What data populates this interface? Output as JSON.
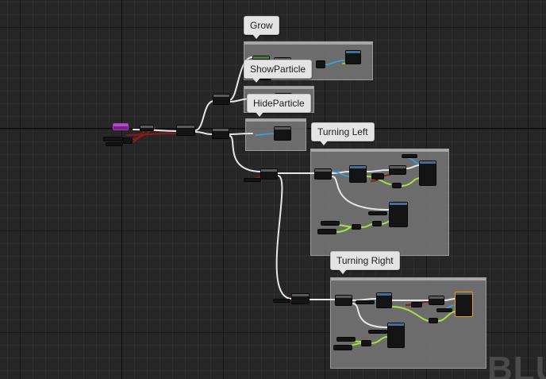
{
  "comments": {
    "grow": "Grow",
    "show_particle": "ShowParticle",
    "hide_particle": "HideParticle",
    "turning_left": "Turning Left",
    "turning_right": "Turning Right"
  },
  "watermark": "BLU",
  "colors": {
    "exec_wire": "#e6e6e6",
    "float_wire": "#a8e040",
    "object_wire": "#2fa8e8",
    "bool_wire": "#8a1a1a",
    "comment_bg": "#7d7d7d",
    "bubble_bg": "#e4e4e4",
    "event_node": "#7a1e8a"
  }
}
